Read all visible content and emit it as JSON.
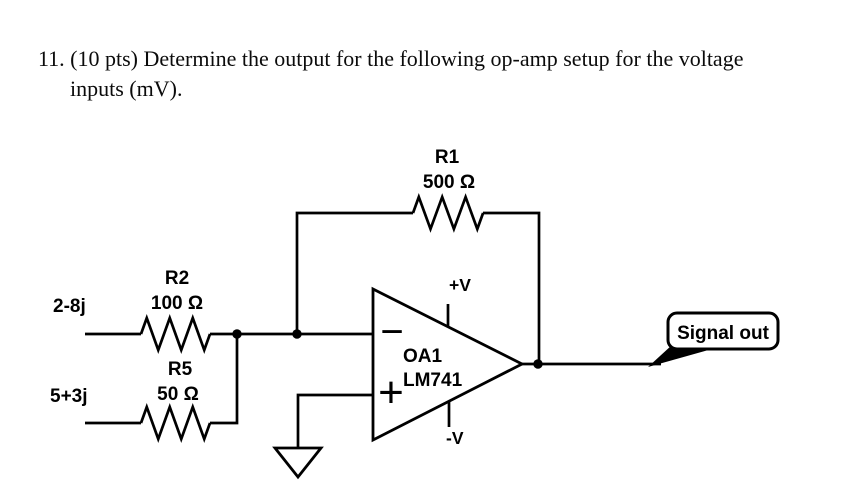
{
  "question": {
    "line1": "11. (10 pts) Determine the output for the following op-amp setup for the voltage",
    "line2": "inputs (mV)."
  },
  "circuit": {
    "feedback_resistor": {
      "label": "R1",
      "value": "500 Ω"
    },
    "input1": {
      "signal": "2-8j",
      "resistor_label": "R2",
      "resistor_value": "100 Ω"
    },
    "input2": {
      "signal": "5+3j",
      "resistor_label": "R5",
      "resistor_value": "50 Ω"
    },
    "opamp": {
      "designator": "OA1",
      "part_number": "LM741",
      "inverting_sign": "−",
      "noninverting_sign": "+",
      "supply_positive": "+V",
      "supply_negative": "-V"
    },
    "output_callout": "Signal out"
  },
  "colors": {
    "ink": "#000000",
    "background": "#ffffff"
  }
}
